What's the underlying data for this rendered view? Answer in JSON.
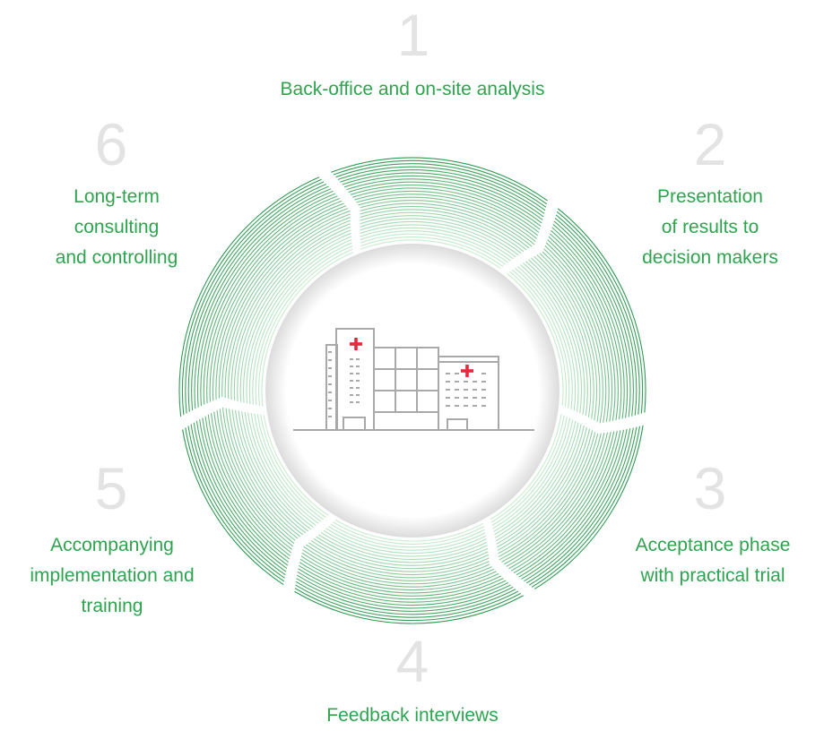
{
  "colors": {
    "ring_light": "#c8eccf",
    "ring_dark": "#2f9a52",
    "label_green": "#2ea44f",
    "number_grey": "#e3e3e3",
    "building_grey": "#a9a9a9",
    "cross_red": "#e8283c"
  },
  "center_icon": "hospital-building-icon",
  "steps": [
    {
      "number": "1",
      "lines": [
        "Back-office and on-site analysis"
      ]
    },
    {
      "number": "2",
      "lines": [
        "Presentation",
        "of results to",
        "decision makers"
      ]
    },
    {
      "number": "3",
      "lines": [
        "Acceptance phase",
        "with practical trial"
      ]
    },
    {
      "number": "4",
      "lines": [
        "Feedback interviews"
      ]
    },
    {
      "number": "5",
      "lines": [
        "Accompanying",
        "implementation and",
        "training"
      ]
    },
    {
      "number": "6",
      "lines": [
        "Long-term",
        "consulting",
        "and controlling"
      ]
    }
  ]
}
